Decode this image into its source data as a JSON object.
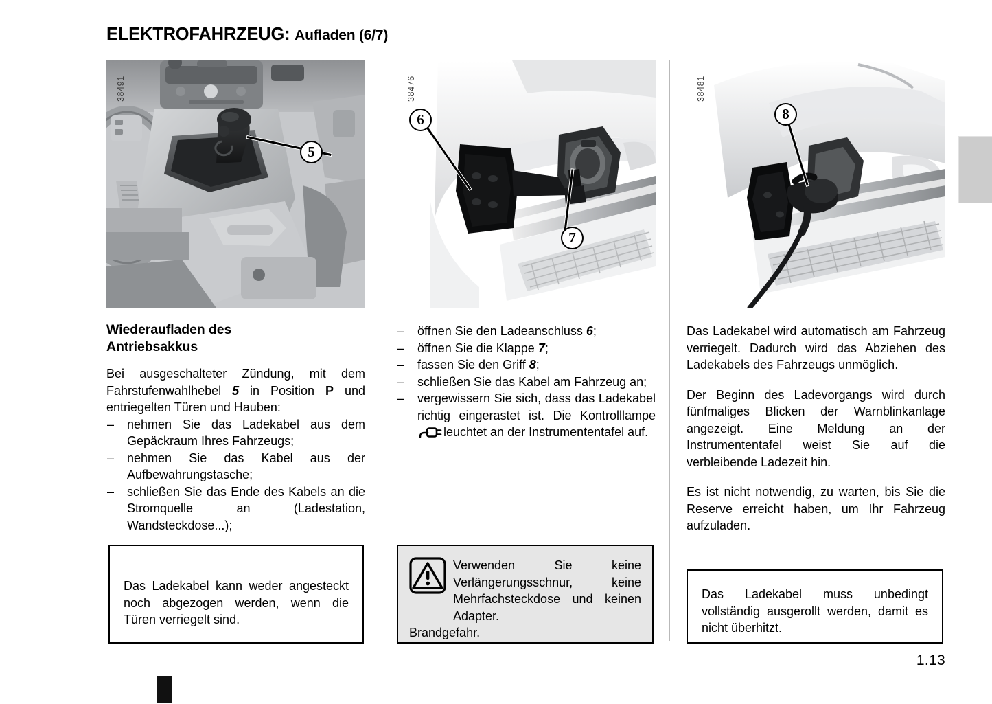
{
  "document": {
    "title_main": "ELEKTROFAHRZEUG:",
    "title_sub": "Aufladen (6/7)",
    "page_number": "1.13"
  },
  "figures": [
    {
      "ref": "38491",
      "alt": "Innenraum mit Fahrstufenwahlhebel",
      "callouts": [
        {
          "label": "5"
        }
      ]
    },
    {
      "ref": "38476",
      "alt": "Ladeanschluss und Klappe an der Fahrzeugfront",
      "callouts": [
        {
          "label": "6"
        },
        {
          "label": "7"
        }
      ]
    },
    {
      "ref": "38481",
      "alt": "Angeschlossenes Ladekabel am Fahrzeug",
      "callouts": [
        {
          "label": "8"
        }
      ]
    }
  ],
  "column1": {
    "heading_line1": "Wiederaufladen des",
    "heading_line2": "Antriebsakkus",
    "intro_pre": "Bei ausgeschalteter Zündung, mit dem Fahrstufenwahlhebel ",
    "intro_num": "5",
    "intro_mid": " in Position ",
    "intro_pos": "P",
    "intro_post": " und entriegelten Türen und Hauben:",
    "dash": "–",
    "items": [
      "nehmen Sie das Ladekabel aus dem Gepäckraum Ihres Fahrzeugs;",
      "nehmen Sie das Kabel aus der Aufbewahrungstasche;",
      "schließen Sie das Ende des Kabels an die Stromquelle an (Ladestation, Wandsteckdose...);"
    ],
    "note": "Das Ladekabel kann weder angesteckt noch abgezogen werden, wenn die Türen verriegelt sind."
  },
  "column2": {
    "dash": "–",
    "items": [
      {
        "pre": "öffnen Sie den Ladeanschluss ",
        "num": "6",
        "post": ";"
      },
      {
        "pre": "öffnen Sie die Klappe ",
        "num": "7",
        "post": ";"
      },
      {
        "pre": "fassen Sie den Griff ",
        "num": "8",
        "post": ";"
      },
      {
        "pre": "schließen Sie das Kabel am Fahrzeug an;",
        "num": "",
        "post": ""
      }
    ],
    "last_item_pre": "vergewissern Sie sich, dass das Ladekabel richtig eingerastet ist. Die Kontrolllampe",
    "last_item_icon": "charging-plug-icon",
    "last_item_post": "leuchtet an der Instrumententafel auf.",
    "warning": {
      "icon": "warning-triangle-icon",
      "text": "Verwenden Sie keine Verlängerungsschnur, keine Mehrfachsteckdose und keinen Adapter.",
      "after": "Brandgefahr."
    }
  },
  "column3": {
    "paragraphs": [
      "Das Ladekabel wird automatisch am Fahrzeug verriegelt. Dadurch wird das Abziehen des Ladekabels des Fahrzeugs unmöglich.",
      "Der Beginn des Ladevorgangs wird durch fünfmaliges Blicken der Warnblinkanlage angezeigt. Eine Meldung an der Instrumententafel weist Sie auf die verbleibende Ladezeit hin.",
      "Es ist nicht notwendig, zu warten, bis Sie die Reserve erreicht haben, um Ihr Fahrzeug aufzuladen."
    ],
    "note": "Das Ladekabel muss unbedingt vollständig ausgerollt werden, damit es nicht überhitzt."
  },
  "colors": {
    "text": "#000000",
    "rule": "#b9b9b9",
    "warning_bg": "#e6e6e6",
    "edge_tab": "#cccccc"
  }
}
